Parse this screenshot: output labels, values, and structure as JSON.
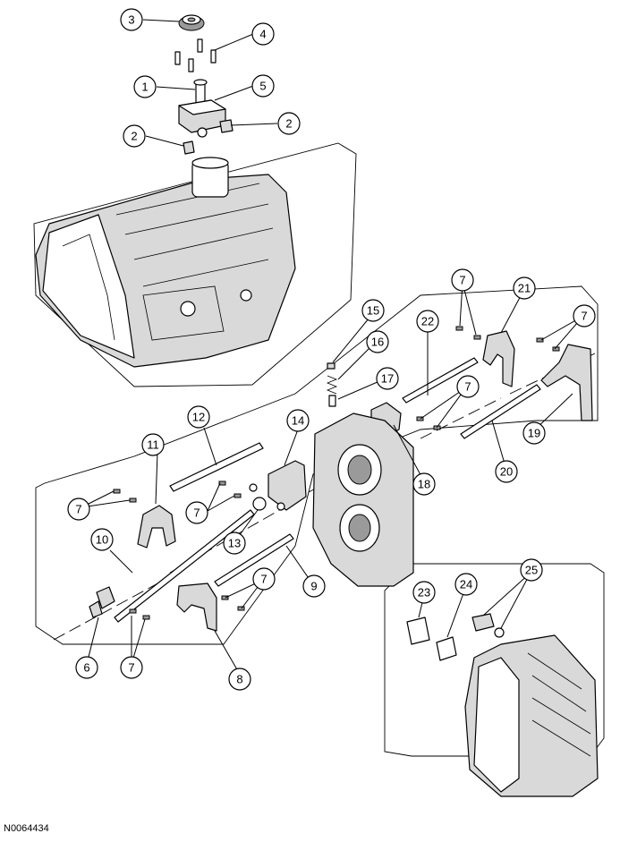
{
  "figure": {
    "id": "N0064434"
  },
  "callouts": [
    {
      "label": "1"
    },
    {
      "label": "2"
    },
    {
      "label": "2"
    },
    {
      "label": "3"
    },
    {
      "label": "4"
    },
    {
      "label": "5"
    },
    {
      "label": "6"
    },
    {
      "label": "7"
    },
    {
      "label": "7"
    },
    {
      "label": "7"
    },
    {
      "label": "7"
    },
    {
      "label": "7"
    },
    {
      "label": "7"
    },
    {
      "label": "7"
    },
    {
      "label": "8"
    },
    {
      "label": "9"
    },
    {
      "label": "10"
    },
    {
      "label": "11"
    },
    {
      "label": "12"
    },
    {
      "label": "13"
    },
    {
      "label": "14"
    },
    {
      "label": "15"
    },
    {
      "label": "16"
    },
    {
      "label": "17"
    },
    {
      "label": "18"
    },
    {
      "label": "19"
    },
    {
      "label": "20"
    },
    {
      "label": "21"
    },
    {
      "label": "22"
    },
    {
      "label": "23"
    },
    {
      "label": "24"
    },
    {
      "label": "25"
    }
  ]
}
